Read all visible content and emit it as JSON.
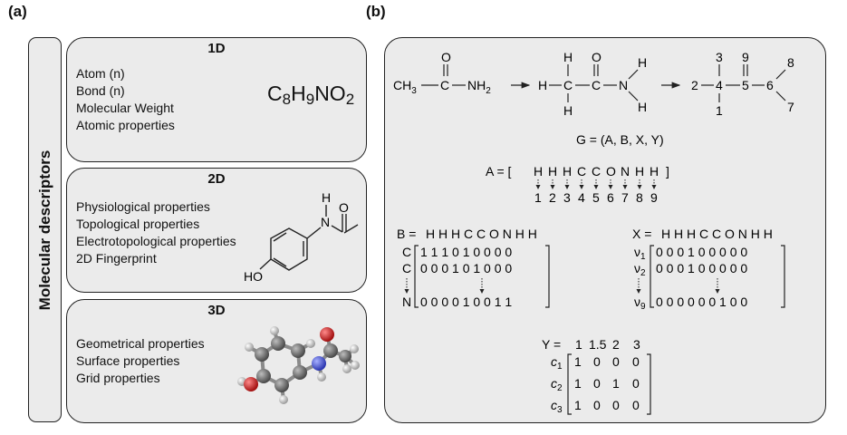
{
  "panel_a_label": "(a)",
  "panel_b_label": "(b)",
  "side_label": "Molecular descriptors",
  "box_1d": {
    "title": "1D",
    "items": [
      "Atom (n)",
      "Bond (n)",
      "Molecular Weight",
      "Atomic properties"
    ],
    "formula": [
      "C",
      "8",
      "H",
      "9",
      "NO",
      "2"
    ]
  },
  "box_2d": {
    "title": "2D",
    "items": [
      "Physiological properties",
      "Topological properties",
      "Electrotopological properties",
      "2D Fingerprint"
    ],
    "structure_labels": {
      "n": "N",
      "h": "H",
      "o": "O",
      "ho": "HO"
    }
  },
  "box_3d": {
    "title": "3D",
    "items": [
      "Geometrical properties",
      "Surface properties",
      "Grid properties"
    ],
    "atom_colors": {
      "carbon": "#6e6e6e",
      "hydrogen": "#d9d9d9",
      "oxygen": "#d42020",
      "nitrogen": "#4a55d8"
    }
  },
  "panel_b": {
    "mol1": {
      "ch3": "CH",
      "sub3": "3",
      "c": "C",
      "o": "O",
      "nh": "NH",
      "sub2": "2"
    },
    "mol2": {
      "h": "H",
      "c": "C",
      "o": "O",
      "n": "N"
    },
    "mol3": {
      "n1": "1",
      "n2": "2",
      "n3": "3",
      "n4": "4",
      "n5": "5",
      "n6": "6",
      "n7": "7",
      "n8": "8",
      "n9": "9"
    },
    "graph_eq": "G = (A, B, X, Y)",
    "a_label": "A = [",
    "a_atoms": [
      "H",
      "H",
      "H",
      "C",
      "C",
      "O",
      "N",
      "H",
      "H"
    ],
    "a_close": "]",
    "a_indices": [
      "1",
      "2",
      "3",
      "4",
      "5",
      "6",
      "7",
      "8",
      "9"
    ],
    "b_label": "B =",
    "b_header": "H H H C C O N H H",
    "b_row_labels": [
      "C",
      "C",
      "N"
    ],
    "b_rows": [
      "1 1 1 0 1 0 0 0 0",
      "0 0 0 1 0 1 0 0 0",
      "0 0 0 0 1 0 0 1 1"
    ],
    "x_label": "X =",
    "x_header": "H H H C C O N H H",
    "x_row_labels": [
      "ν",
      "ν",
      "ν"
    ],
    "x_row_subs": [
      "1",
      "2",
      "9"
    ],
    "x_rows": [
      "0 0 0 1 0 0 0 0 0",
      "0 0 0 1 0 0 0 0 0",
      "0 0 0 0 0 0 1 0 0"
    ],
    "y_label": "Y =",
    "y_header": [
      "1",
      "1.5",
      "2",
      "3"
    ],
    "y_row_labels": [
      "c",
      "c",
      "c"
    ],
    "y_row_subs": [
      "1",
      "2",
      "3"
    ],
    "y_rows": [
      [
        "1",
        "0",
        "0",
        "0"
      ],
      [
        "1",
        "0",
        "1",
        "0"
      ],
      [
        "1",
        "0",
        "0",
        "0"
      ]
    ]
  }
}
